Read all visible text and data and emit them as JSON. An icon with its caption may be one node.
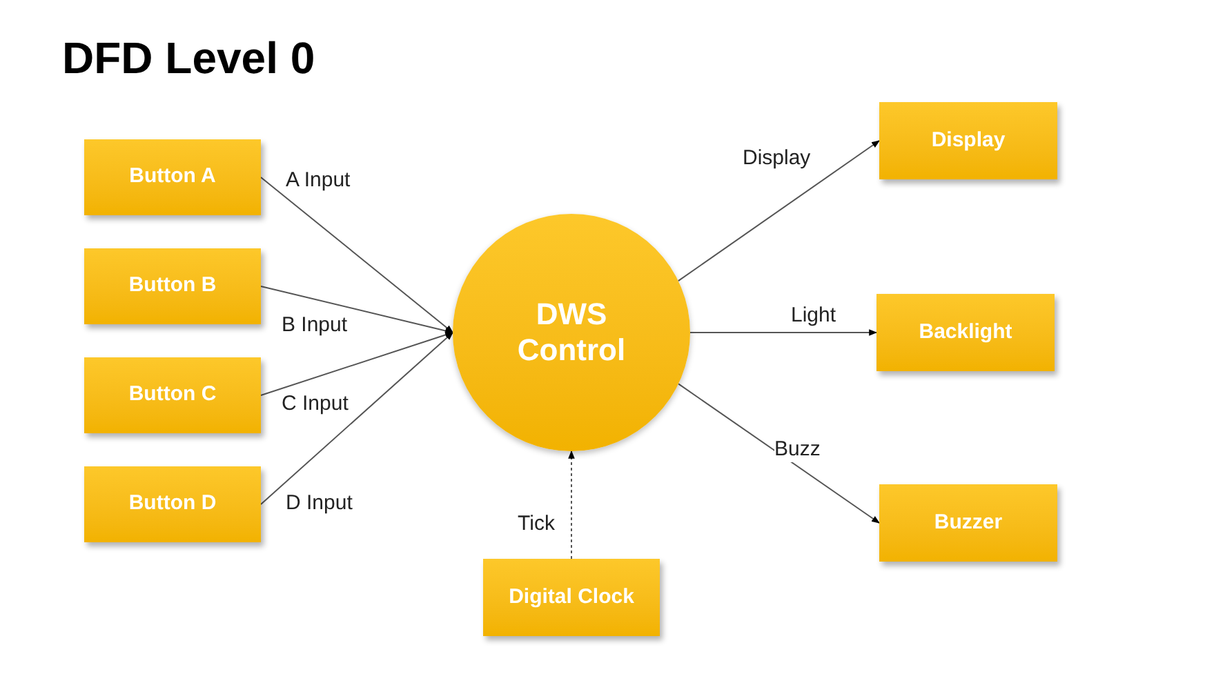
{
  "diagram": {
    "title": "DFD Level 0",
    "nodes": [
      {
        "text": [
          "Button A"
        ]
      },
      {
        "text": [
          "Button B"
        ]
      },
      {
        "text": [
          "Button C"
        ]
      },
      {
        "text": [
          "Button D"
        ]
      },
      {
        "text": [
          "DWS Control"
        ]
      },
      {
        "text": [
          "Display"
        ]
      },
      {
        "text": [
          "Backlight"
        ]
      },
      {
        "text": [
          "Buzzer"
        ]
      },
      {
        "text": [
          "Digital Clock"
        ]
      }
    ],
    "edges": [
      {
        "from": 0,
        "to": 4,
        "label": "A Input",
        "arrow": "to"
      },
      {
        "from": 1,
        "to": 4,
        "label": "B Input",
        "arrow": "to"
      },
      {
        "from": 2,
        "to": 4,
        "label": "C Input",
        "arrow": "to"
      },
      {
        "from": 3,
        "to": 4,
        "label": "D Input",
        "arrow": "to"
      },
      {
        "from": 4,
        "to": 5,
        "label": "Display",
        "arrow": "to"
      },
      {
        "from": 4,
        "to": 6,
        "label": "Light",
        "arrow": "to"
      },
      {
        "from": 4,
        "to": 7,
        "label": "Buzz",
        "arrow": "to"
      },
      {
        "from": 8,
        "to": 4,
        "label": "Tick",
        "arrow": "to",
        "style": "dashed"
      }
    ]
  }
}
